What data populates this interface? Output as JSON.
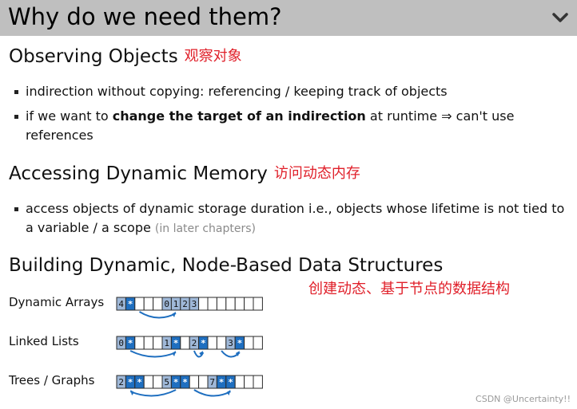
{
  "header": {
    "title": "Why do we need them?",
    "chevron_icon": "chevron-down-icon"
  },
  "section1": {
    "heading": "Observing Objects",
    "note": "观察对象",
    "b1": "indirection without copying: referencing / keeping track of objects",
    "b2_pre": "if we want to ",
    "b2_bold": "change the target of an indirection",
    "b2_post": " at runtime ⇒ can't use references"
  },
  "section2": {
    "heading": "Accessing Dynamic Memory",
    "note": "访问动态内存",
    "b1_main": "access objects of dynamic storage duration i.e., objects whose lifetime is not tied to a variable / a scope ",
    "b1_muted": "(in later chapters)"
  },
  "section3": {
    "heading": "Building Dynamic, Node-Based Data Structures",
    "note": "创建动态、基于节点的数据结构",
    "rows": [
      {
        "label": "Dynamic Arrays"
      },
      {
        "label": "Linked Lists"
      },
      {
        "label": "Trees / Graphs"
      }
    ]
  },
  "diagram_cells": {
    "arrays": [
      "4",
      "*",
      "",
      "",
      "",
      "0",
      "1",
      "2",
      "3"
    ],
    "lists": [
      "0",
      "*",
      "",
      "",
      "",
      "1",
      "*",
      "",
      "2",
      "*",
      "",
      "",
      "3",
      "*"
    ],
    "trees": [
      "2",
      "*",
      "*",
      "",
      "",
      "5",
      "*",
      "*",
      "",
      "",
      "7",
      "*",
      "*"
    ]
  },
  "colors": {
    "accent": "#1f6fc0",
    "light": "#9fb8d8",
    "note": "#e0202a",
    "header_bg": "#bfbfbf"
  },
  "watermark": "CSDN @Uncertainty!!"
}
